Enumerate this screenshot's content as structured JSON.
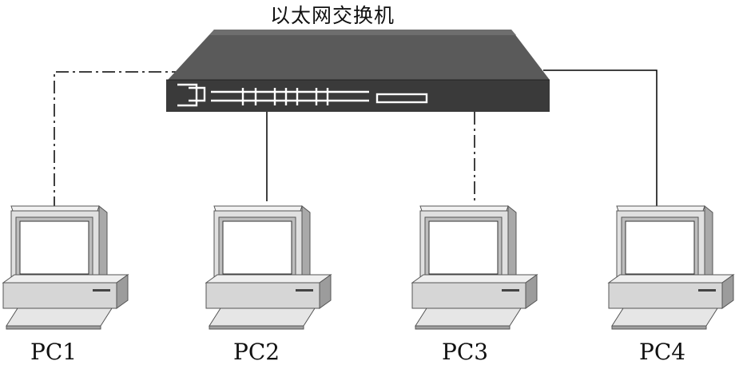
{
  "diagram": {
    "switch": {
      "label": "以太网交换机",
      "icon": "ethernet-switch-icon"
    },
    "computers": [
      {
        "id": "pc1",
        "label": "PC1",
        "link": "dash-dot"
      },
      {
        "id": "pc2",
        "label": "PC2",
        "link": "solid"
      },
      {
        "id": "pc3",
        "label": "PC3",
        "link": "dash-dot"
      },
      {
        "id": "pc4",
        "label": "PC4",
        "link": "solid"
      }
    ],
    "colors": {
      "switch_top": "#5c5c5c",
      "switch_front": "#3a3a3a",
      "pc_light": "#e2e2e2",
      "pc_mid": "#bdbdbd",
      "pc_dark": "#8c8c8c",
      "line": "#000000"
    }
  }
}
